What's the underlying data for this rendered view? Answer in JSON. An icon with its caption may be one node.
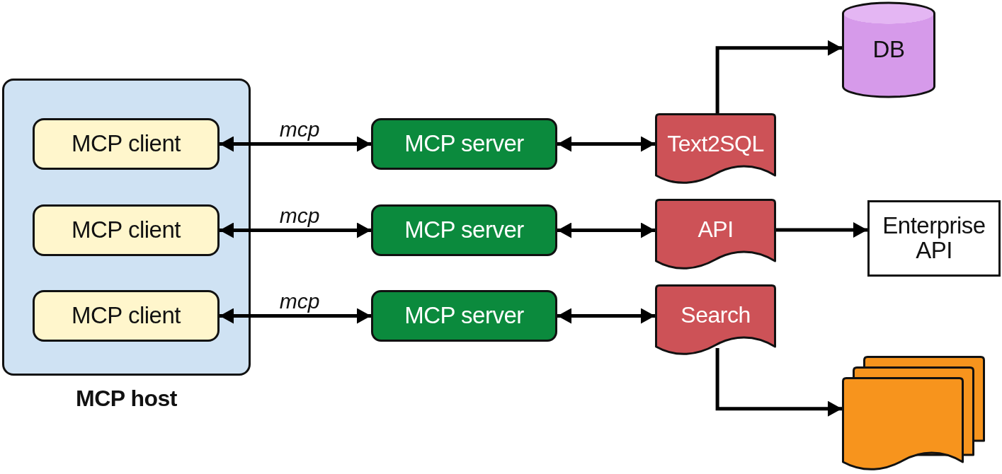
{
  "diagram": {
    "nodes": [
      {
        "text": [
          "MCP host"
        ]
      },
      {
        "text": [
          "MCP client"
        ],
        "in": 0
      },
      {
        "text": [
          "MCP client"
        ],
        "in": 0
      },
      {
        "text": [
          "MCP client"
        ],
        "in": 0
      },
      {
        "text": [
          "MCP server"
        ]
      },
      {
        "text": [
          "MCP server"
        ]
      },
      {
        "text": [
          "MCP server"
        ]
      },
      {
        "text": [
          "Text2SQL"
        ]
      },
      {
        "text": [
          "DB"
        ]
      },
      {
        "text": [
          "API"
        ]
      },
      {
        "text": [
          "Enterprise API"
        ]
      },
      {
        "text": [
          "Search"
        ]
      },
      {
        "text": [],
        "shape": "documents"
      }
    ],
    "edges": [
      {
        "from": 1,
        "to": 4,
        "arrow": "both",
        "label": "mcp"
      },
      {
        "from": 2,
        "to": 5,
        "arrow": "both",
        "label": "mcp"
      },
      {
        "from": 3,
        "to": 6,
        "arrow": "both",
        "label": "mcp"
      },
      {
        "from": 4,
        "to": 7,
        "arrow": "both"
      },
      {
        "from": 5,
        "to": 9,
        "arrow": "both"
      },
      {
        "from": 6,
        "to": 11,
        "arrow": "both"
      },
      {
        "from": 7,
        "to": 8,
        "arrow": "to"
      },
      {
        "from": 9,
        "to": 10,
        "arrow": "to"
      },
      {
        "from": 11,
        "to": 12,
        "arrow": "to"
      }
    ]
  }
}
